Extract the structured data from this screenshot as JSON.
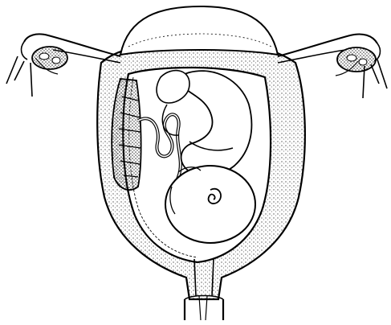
{
  "figure": {
    "style": "black-and-white line drawing with stipple shading",
    "colors": {
      "ink": "#000000",
      "background": "#ffffff",
      "stipple": "#555555"
    },
    "parts": [
      "uterus-wall",
      "fundus",
      "left-fallopian-tube",
      "right-fallopian-tube",
      "left-ovary",
      "right-ovary",
      "amniotic-sac",
      "fetus",
      "placenta",
      "umbilical-cord",
      "cervix"
    ]
  }
}
